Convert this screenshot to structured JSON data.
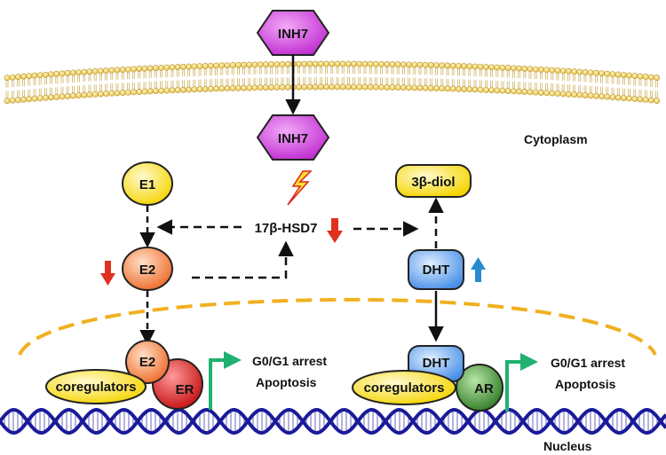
{
  "diagram": {
    "nodes": {
      "inh7_top": "INH7",
      "inh7_inner": "INH7",
      "e1": "E1",
      "e2": "E2",
      "e2_nucleus": "E2",
      "er": "ER",
      "coreg_left": "coregulators",
      "hsd": "17β-HSD7",
      "diol": "3β-diol",
      "dht": "DHT",
      "dht_nucleus": "DHT",
      "ar": "AR",
      "coreg_right": "coregulators"
    },
    "labels": {
      "cytoplasm": "Cytoplasm",
      "nucleus": "Nucleus",
      "left_outcome_1": "G0/G1 arrest",
      "left_outcome_2": "Apoptosis",
      "right_outcome_1": "G0/G1 arrest",
      "right_outcome_2": "Apoptosis"
    },
    "indicators": {
      "e2_change": "down",
      "hsd_change": "down",
      "dht_change": "up"
    },
    "colors": {
      "inh7": "#c83ad8",
      "membrane": "#f0d060",
      "e1": "#ffd840",
      "e2": "#f08040",
      "er": "#d02020",
      "coregulators": "#ffee40",
      "diol": "#ffee40",
      "dht": "#6aa8f0",
      "ar": "#3a8a30",
      "nucleus_border": "#f0b020",
      "dna": "#1a1a9a",
      "activation_arrow": "#20b070",
      "down_arrow": "#e03020",
      "up_arrow": "#2a8ad0"
    }
  }
}
